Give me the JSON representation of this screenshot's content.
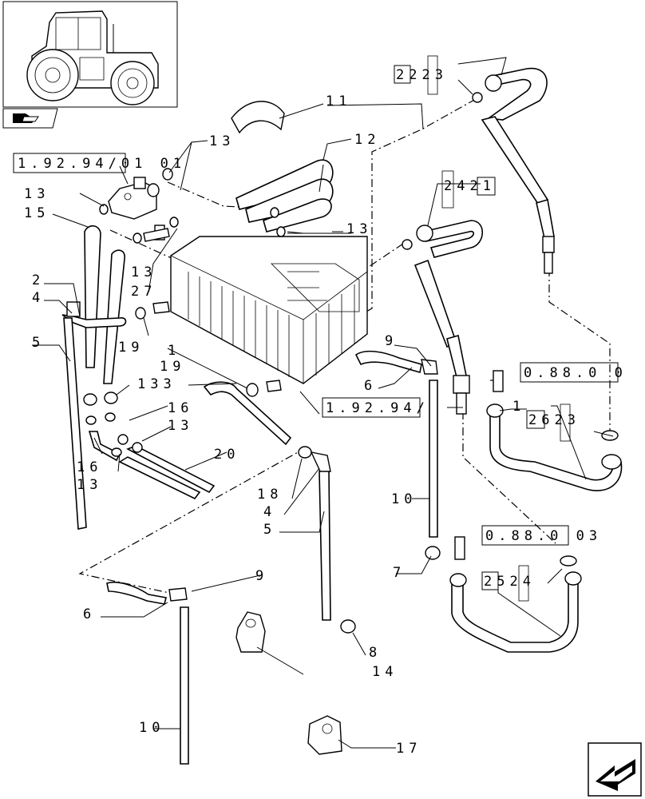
{
  "refs": {
    "r19294_0101": "1.92.94/01 01",
    "r19294": "1.92.94/",
    "r0880": "0.88.0 0",
    "r08803": "0.88.0 03",
    "r2223": "2223",
    "r2421": "2421",
    "r2623": "2623",
    "r2524": "2524"
  },
  "callouts": {
    "c11": "11",
    "c12": "12",
    "c13a": "13",
    "c13b": "13",
    "c13c": "13",
    "c13d": "13",
    "c13e": "13",
    "c13f": "13",
    "c15": "15",
    "c2": "2",
    "c4a": "4",
    "c5a": "5",
    "c27": "27",
    "c19a": "19",
    "c19b": "19",
    "c1a": "1",
    "c133": "133",
    "c16a": "16",
    "c16b": "16",
    "c20": "20",
    "c18": "18",
    "c4b": "4",
    "c5b": "5",
    "c9a": "9",
    "c6a": "6",
    "c10a": "10",
    "c7": "7",
    "c9b": "9",
    "c6b": "6",
    "c8": "8",
    "c14": "14",
    "c10b": "10",
    "c17": "17",
    "c1b": "1"
  },
  "icons": {
    "thumbnail": "tractor-thumbnail-icon",
    "section": "section-book-icon",
    "nav": "next-page-arrow-icon"
  }
}
